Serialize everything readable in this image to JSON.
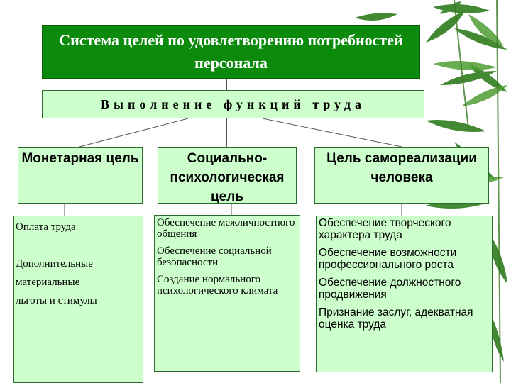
{
  "diagram": {
    "title": "Система целей по удовлетворению потребностей персонала",
    "subtitle": "Выполнение функций труда",
    "goals": [
      {
        "label": "Монетарная цель",
        "details": [
          "Оплата труда",
          "",
          "Дополнительные",
          "материальные",
          "льготы и стимулы"
        ]
      },
      {
        "label": "Социально-психологическая цель",
        "details": [
          "Обеспечение межличностного общения",
          "Обеспечение социальной безопасности",
          "Создание нормального психологического климата"
        ]
      },
      {
        "label": "Цель самореализации человека",
        "details": [
          "Обеспечение творческого характера труда",
          "Обеспечение возможности профессионального роста",
          "Обеспечение должностного продвижения",
          "Признание заслуг, адекватная оценка труда"
        ]
      }
    ]
  },
  "colors": {
    "title_bg": "#0b8a0b",
    "box_bg": "#ccffcc",
    "border": "#2e6b2e"
  },
  "decoration": "bamboo-leaves"
}
